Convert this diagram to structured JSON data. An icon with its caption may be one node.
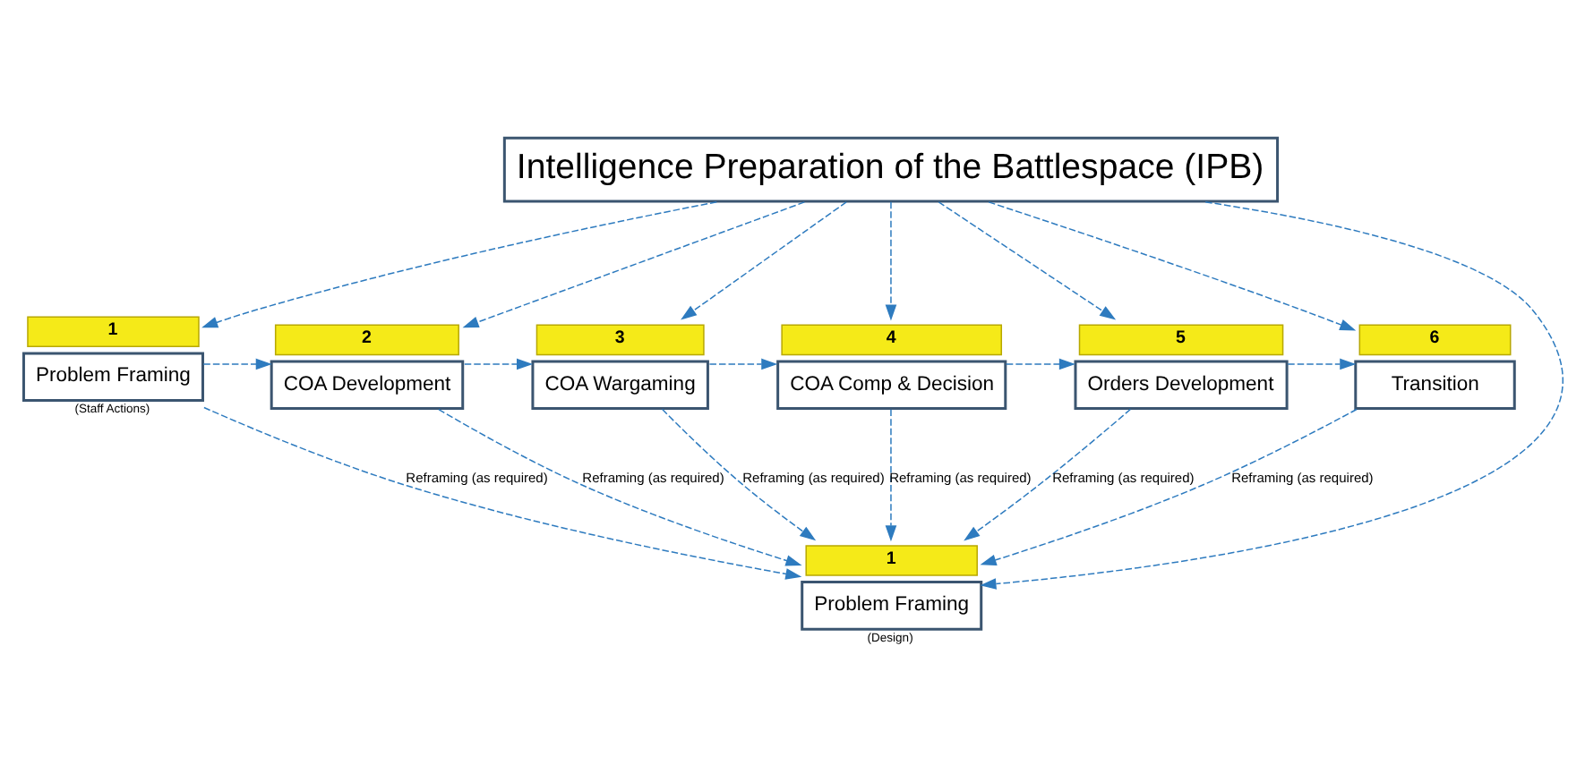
{
  "diagram": {
    "nodes": [
      {
        "text": [
          "Intelligence Preparation of the Battlespace (IPB)"
        ]
      },
      {
        "text": [
          "1",
          "Problem Framing"
        ],
        "beside": [
          "(Staff Actions)"
        ]
      },
      {
        "text": [
          "2",
          "COA Development"
        ]
      },
      {
        "text": [
          "3",
          "COA Wargaming"
        ]
      },
      {
        "text": [
          "4",
          "COA Comp & Decision"
        ]
      },
      {
        "text": [
          "5",
          "Orders Development"
        ]
      },
      {
        "text": [
          "6",
          "Transition"
        ]
      },
      {
        "text": [
          "1",
          "Problem Framing"
        ],
        "beside": [
          "(Design)"
        ]
      }
    ],
    "edges": [
      {
        "from": 0,
        "to": 1,
        "arrow": "to",
        "style": "dashed"
      },
      {
        "from": 0,
        "to": 2,
        "arrow": "to",
        "style": "dashed"
      },
      {
        "from": 0,
        "to": 3,
        "arrow": "to",
        "style": "dashed"
      },
      {
        "from": 0,
        "to": 7,
        "arrow": "to",
        "style": "dashed"
      },
      {
        "from": 0,
        "to": 4,
        "arrow": "to",
        "style": "dashed"
      },
      {
        "from": 0,
        "to": 5,
        "arrow": "to",
        "style": "dashed"
      },
      {
        "from": 0,
        "to": 6,
        "arrow": "to",
        "style": "dashed"
      },
      {
        "from": 1,
        "to": 2,
        "arrow": "to",
        "style": "dashed"
      },
      {
        "from": 2,
        "to": 3,
        "arrow": "to",
        "style": "dashed"
      },
      {
        "from": 3,
        "to": 4,
        "arrow": "to",
        "style": "dashed"
      },
      {
        "from": 4,
        "to": 5,
        "arrow": "to",
        "style": "dashed"
      },
      {
        "from": 5,
        "to": 6,
        "arrow": "to",
        "style": "dashed"
      },
      {
        "from": 1,
        "to": 7,
        "arrow": "to",
        "style": "dashed",
        "label": "Reframing (as required)"
      },
      {
        "from": 2,
        "to": 7,
        "arrow": "to",
        "style": "dashed",
        "label": "Reframing (as required)"
      },
      {
        "from": 3,
        "to": 7,
        "arrow": "to",
        "style": "dashed",
        "label": "Reframing (as required)"
      },
      {
        "from": 4,
        "to": 7,
        "arrow": "to",
        "style": "dashed",
        "label": "Reframing (as required)"
      },
      {
        "from": 5,
        "to": 7,
        "arrow": "to",
        "style": "dashed",
        "label": "Reframing (as required)"
      },
      {
        "from": 6,
        "to": 7,
        "arrow": "to",
        "style": "dashed",
        "label": "Reframing (as required)"
      }
    ]
  }
}
